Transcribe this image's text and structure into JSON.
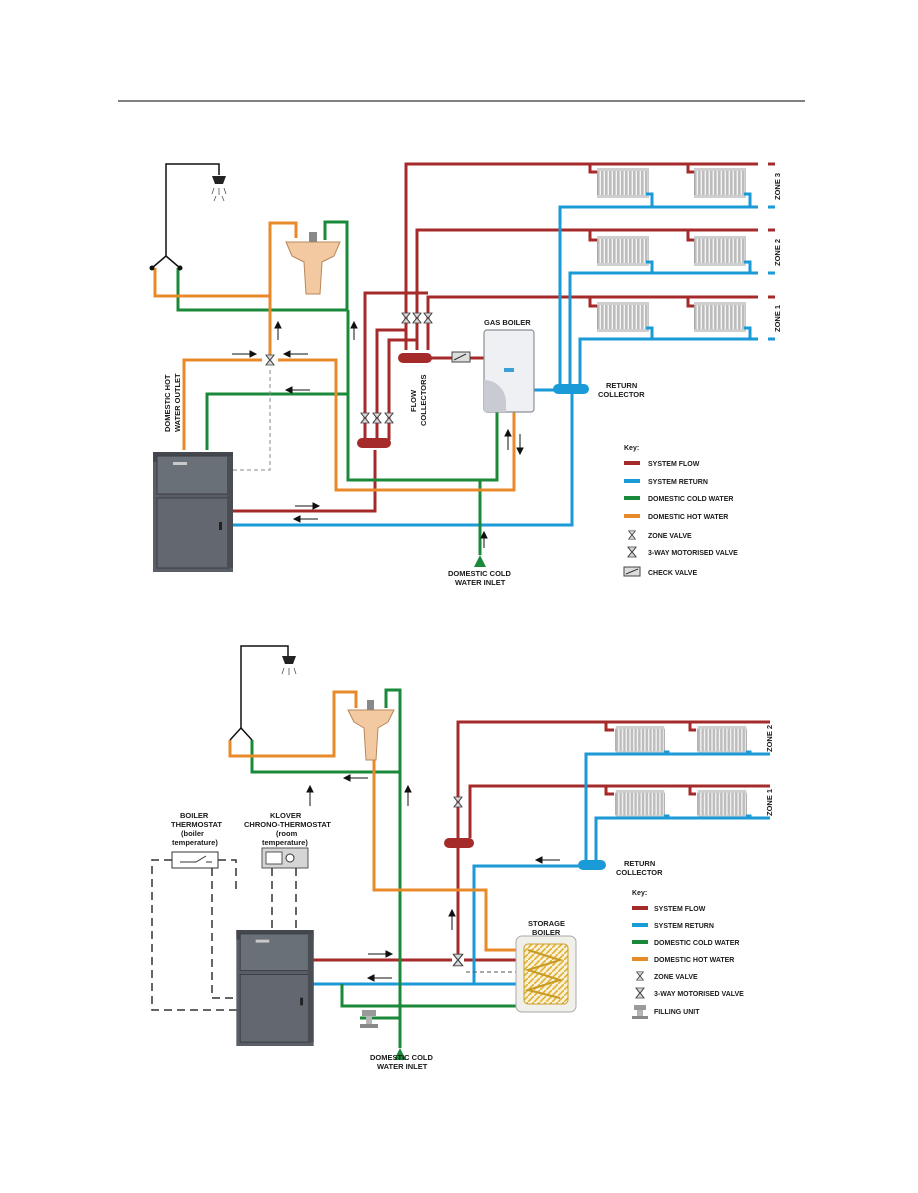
{
  "colors": {
    "system_flow": "#a52a2a",
    "system_return": "#1a9ad6",
    "domestic_cold_water": "#1a8a3a",
    "domestic_hot_water": "#e8892a",
    "boiler_body": "#555a62",
    "sink": "#f2c9a0"
  },
  "diagram1": {
    "labels": {
      "zone3": "ZONE 3",
      "zone2": "ZONE 2",
      "zone1": "ZONE 1",
      "gas_boiler": "GAS BOILER",
      "return_collector_1": "RETURN",
      "return_collector_2": "COLLECTOR",
      "flow_collectors_1": "FLOW",
      "flow_collectors_2": "COLLECTORS",
      "dhw_outlet_1": "DOMESTIC HOT",
      "dhw_outlet_2": "WATER OUTLET",
      "cold_inlet_1": "DOMESTIC COLD",
      "cold_inlet_2": "WATER INLET"
    },
    "key": {
      "title": "Key:",
      "items": [
        {
          "label": "SYSTEM FLOW",
          "icon": "line-swatch-flow"
        },
        {
          "label": "SYSTEM RETURN",
          "icon": "line-swatch-return"
        },
        {
          "label": "DOMESTIC COLD WATER",
          "icon": "line-swatch-cold"
        },
        {
          "label": "DOMESTIC HOT WATER",
          "icon": "line-swatch-hot"
        },
        {
          "label": "ZONE VALVE",
          "icon": "zone-valve-icon"
        },
        {
          "label": "3-WAY MOTORISED VALVE",
          "icon": "three-way-valve-icon"
        },
        {
          "label": "CHECK VALVE",
          "icon": "check-valve-icon"
        }
      ]
    }
  },
  "diagram2": {
    "labels": {
      "zone2": "ZONE 2",
      "zone1": "ZONE 1",
      "boiler_thermostat_1": "BOILER",
      "boiler_thermostat_2": "THERMOSTAT",
      "boiler_thermostat_3": "(boiler",
      "boiler_thermostat_4": "temperature)",
      "chrono_1": "KLOVER",
      "chrono_2": "CHRONO-THERMOSTAT",
      "chrono_3": "(room",
      "chrono_4": "temperature)",
      "return_collector_1": "RETURN",
      "return_collector_2": "COLLECTOR",
      "storage_1": "STORAGE",
      "storage_2": "BOILER",
      "cold_inlet_1": "DOMESTIC COLD",
      "cold_inlet_2": "WATER INLET"
    },
    "key": {
      "title": "Key:",
      "items": [
        {
          "label": "SYSTEM FLOW",
          "icon": "line-swatch-flow"
        },
        {
          "label": "SYSTEM RETURN",
          "icon": "line-swatch-return"
        },
        {
          "label": "DOMESTIC COLD WATER",
          "icon": "line-swatch-cold"
        },
        {
          "label": "DOMESTIC HOT WATER",
          "icon": "line-swatch-hot"
        },
        {
          "label": "ZONE VALVE",
          "icon": "zone-valve-icon"
        },
        {
          "label": "3-WAY MOTORISED VALVE",
          "icon": "three-way-valve-icon"
        },
        {
          "label": "FILLING UNIT",
          "icon": "filling-unit-icon"
        }
      ]
    }
  }
}
